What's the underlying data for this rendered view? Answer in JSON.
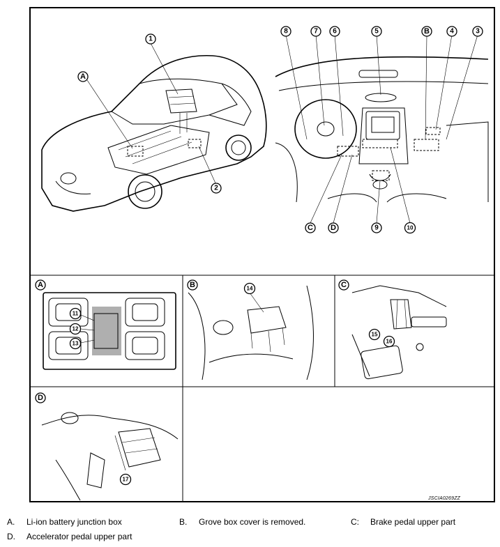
{
  "callouts": {
    "c1": "1",
    "c2": "2",
    "c3": "3",
    "c4": "4",
    "c5": "5",
    "c6": "6",
    "c7": "7",
    "c8": "8",
    "c9": "9",
    "c10": "10",
    "c11": "11",
    "c12": "12",
    "c13": "13",
    "c14": "14",
    "c15": "15",
    "c16": "16",
    "c17": "17"
  },
  "letters": {
    "A": "A",
    "B": "B",
    "C": "C",
    "D": "D"
  },
  "figure_code": "JSCIA0269ZZ",
  "legend": [
    {
      "key": "A.",
      "text": "Li-ion battery junction box"
    },
    {
      "key": "B.",
      "text": "Grove box cover is removed."
    },
    {
      "key": "C:",
      "text": "Brake pedal upper part"
    },
    {
      "key": "D.",
      "text": "Accelerator pedal upper part"
    }
  ]
}
